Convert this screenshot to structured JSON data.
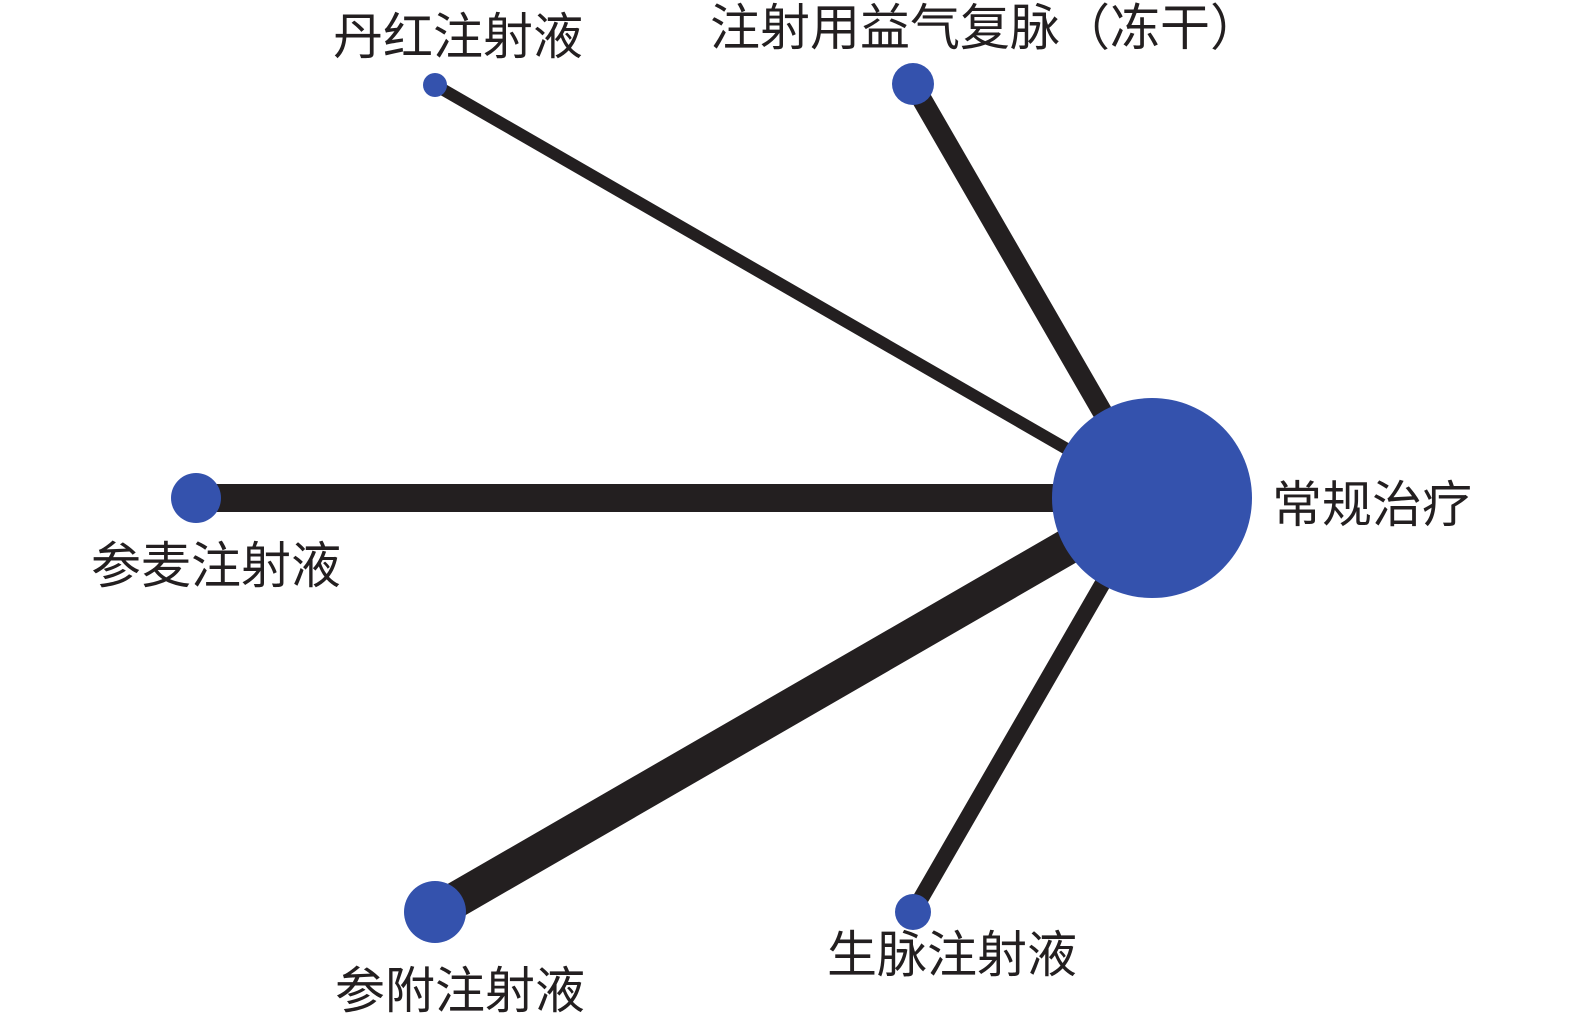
{
  "diagram": {
    "type": "network",
    "colors": {
      "node": "#3452ad",
      "edge": "#231f20",
      "label": "#231f20"
    },
    "center_node": {
      "id": "conventional",
      "label": "常规治疗"
    },
    "nodes": [
      {
        "id": "danhong",
        "label": "丹红注射液"
      },
      {
        "id": "yiqifumai",
        "label": "注射用益气复脉（冻干）"
      },
      {
        "id": "shenmai",
        "label": "参麦注射液"
      },
      {
        "id": "shenfu",
        "label": "参附注射液"
      },
      {
        "id": "shengmai",
        "label": "生脉注射液"
      }
    ],
    "edges": [
      {
        "from": "danhong",
        "to": "conventional"
      },
      {
        "from": "yiqifumai",
        "to": "conventional"
      },
      {
        "from": "shenmai",
        "to": "conventional"
      },
      {
        "from": "shenfu",
        "to": "conventional"
      },
      {
        "from": "shengmai",
        "to": "conventional"
      }
    ]
  }
}
